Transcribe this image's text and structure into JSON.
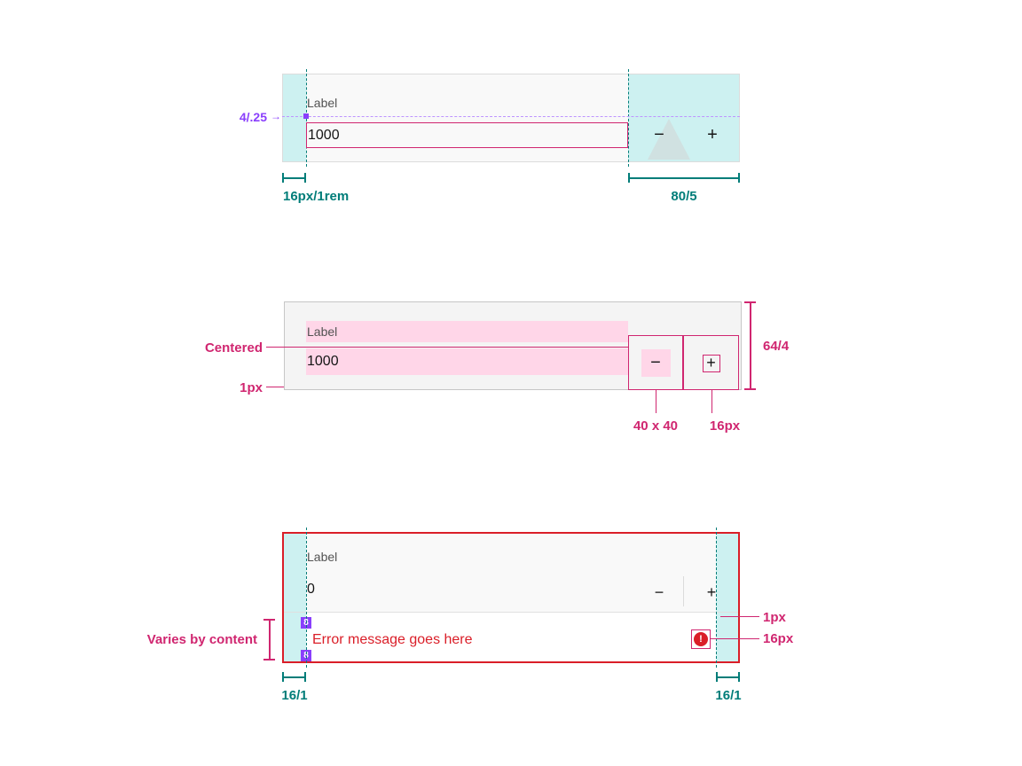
{
  "colors": {
    "teal_fill": "#cdf1f1",
    "teal_line": "#007d79",
    "magenta": "#d02670",
    "purple": "#8a3ffc",
    "purple_light": "#be95ff",
    "red": "#da1e28",
    "pink": "#ffd6e8",
    "field_bg": "#f4f4f4",
    "field_bg_light": "#f9f9f9",
    "border_gray": "#c6c6c6",
    "divider": "#e0e0e0",
    "label_gray": "#525252",
    "text_dark": "#161616",
    "triangle_gray": "#d4d4d4"
  },
  "spec_default": {
    "label": "Label",
    "value": "1000",
    "minus": "−",
    "plus": "+",
    "gap_annotation": "4/.25",
    "gap_arrow": "→",
    "dim_left_padding": "16px/1rem",
    "dim_controls_width": "80/5"
  },
  "spec_centered": {
    "label": "Label",
    "value": "1000",
    "minus": "−",
    "plus": "+",
    "centered_annotation": "Centered",
    "border_annotation": "1px",
    "height_annotation": "64/4",
    "button_annotation": "40 x 40",
    "icon_annotation": "16px"
  },
  "spec_error": {
    "label": "Label",
    "value": "0",
    "minus": "−",
    "plus": "+",
    "error_message": "Error message goes here",
    "error_icon": "!",
    "spacer_top": "8",
    "spacer_bottom": "8",
    "varies_annotation": "Varies by content",
    "border_annotation": "1px",
    "icon_annotation": "16px",
    "dim_left_padding": "16/1",
    "dim_right_padding": "16/1"
  }
}
